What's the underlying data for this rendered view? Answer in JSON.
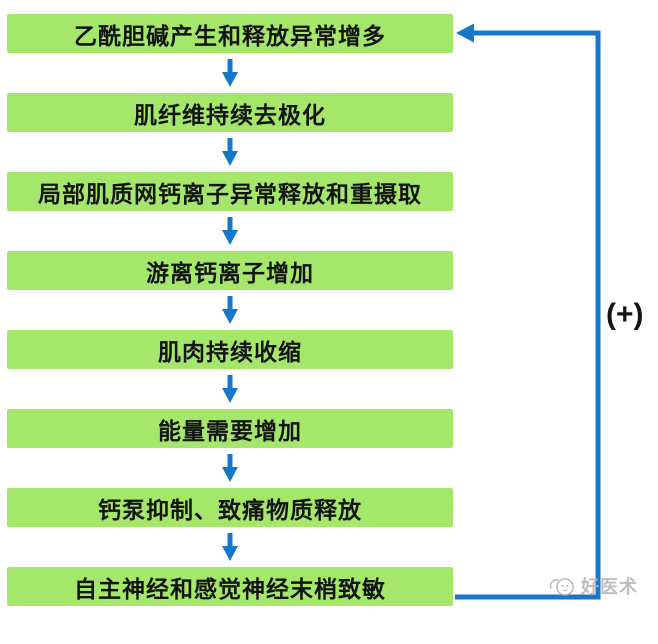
{
  "diagram": {
    "type": "flowchart-cycle",
    "steps": [
      {
        "label": "乙酰胆碱产生和释放异常增多"
      },
      {
        "label": "肌纤维持续去极化"
      },
      {
        "label": "局部肌质网钙离子异常释放和重摄取"
      },
      {
        "label": "游离钙离子增加"
      },
      {
        "label": "肌肉持续收缩"
      },
      {
        "label": "能量需要增加"
      },
      {
        "label": "钙泵抑制、致痛物质释放"
      },
      {
        "label": "自主神经和感觉神经末梢致敏"
      }
    ],
    "connections": "each step flows down to the next; last step feeds back to first step",
    "feedback": {
      "label": "(+)",
      "meaning": "positive feedback loop from last box to first box"
    },
    "colors": {
      "box": "#a5e76a",
      "arrow": "#1777c8",
      "text": "#141414",
      "watermark": "#b2b2b2",
      "background": "#ffffff"
    }
  },
  "watermark": {
    "text": "好医术",
    "logo": "haoyishu-mascot-icon"
  }
}
